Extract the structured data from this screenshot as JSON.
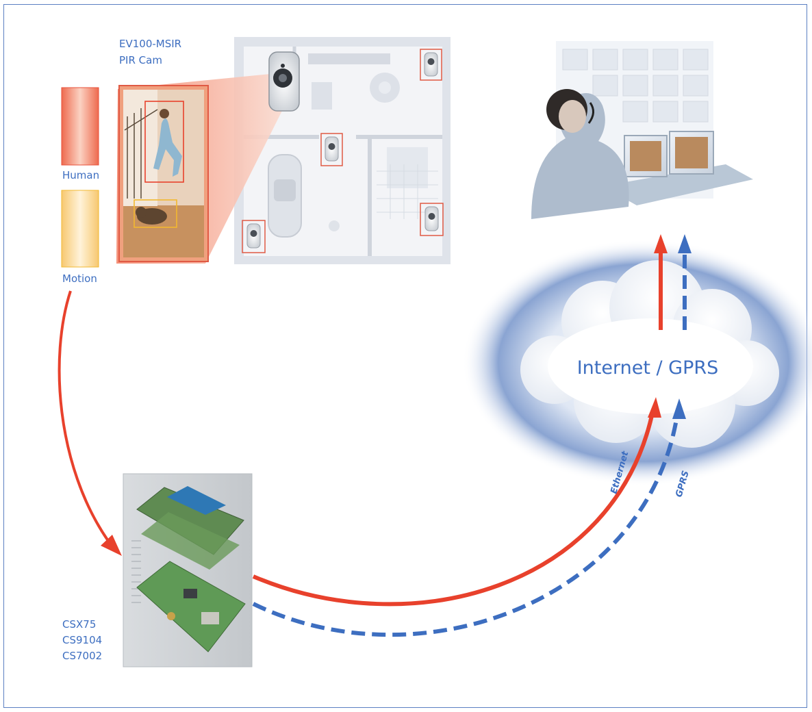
{
  "camera": {
    "model": "EV100-MSIR",
    "type": "PIR Cam"
  },
  "indicators": {
    "human_label": "Human",
    "motion_label": "Motion",
    "human_color": "#e8503a",
    "motion_color": "#f2b830"
  },
  "panel": {
    "models": [
      "CSX75",
      "CS9104",
      "CS7002"
    ]
  },
  "network": {
    "cloud_label": "Internet / GPRS",
    "ethernet_label": "Ethernet",
    "gprs_label": "GPRS",
    "ethernet_color": "#e8412c",
    "gprs_color": "#3d6ec0"
  }
}
